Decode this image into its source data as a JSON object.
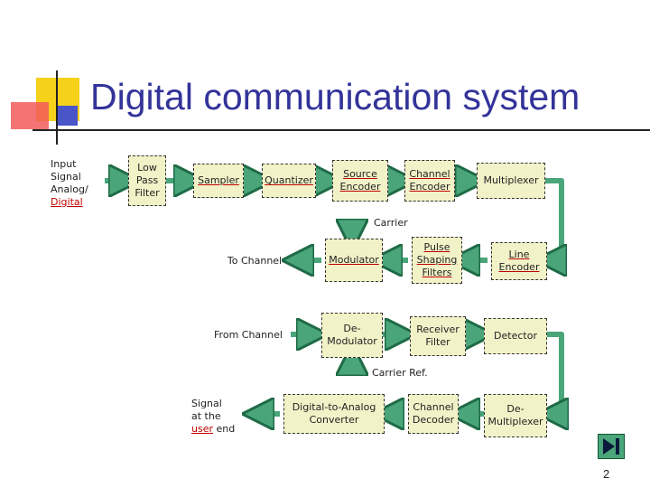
{
  "title": "Digital communication system",
  "page_number": "2",
  "colors": {
    "title": "#33339a",
    "block_fill": "#f2f2c8",
    "connector": "#4aa57a",
    "connector_stroke": "#1e6b46",
    "deco_yellow": "#f5d11a",
    "deco_red": "#f25a5a",
    "deco_blue": "#4a55c8"
  },
  "icons": {
    "nav": "end-of-show-icon"
  },
  "blocks": {
    "input_signal": {
      "line1": "Input",
      "line2": "Signal",
      "line3": "Analog/",
      "line4": "Digital"
    },
    "lpf": "Low\nPass\nFilter",
    "sampler": "Sampler",
    "quantizer": "Quantizer",
    "source_encoder": "Source\nEncoder",
    "channel_encoder": "Channel\nEncoder",
    "multiplexer": "Multiplexer",
    "carrier": "Carrier",
    "to_channel": "To Channel",
    "modulator": "Modulator",
    "pulse_shaping": "Pulse\nShaping\nFilters",
    "line_encoder": "Line\nEncoder",
    "from_channel": "From Channel",
    "demodulator": "De-\nModulator",
    "receiver_filter": "Receiver\nFilter",
    "detector": "Detector",
    "carrier_ref": "Carrier Ref.",
    "signal_user": {
      "line1": "Signal",
      "line2": "at the",
      "user": "user",
      "end": " end"
    },
    "dac": "Digital-to-Analog\nConverter",
    "channel_decoder": "Channel\nDecoder",
    "demultiplexer": "De-\nMultiplexer"
  }
}
